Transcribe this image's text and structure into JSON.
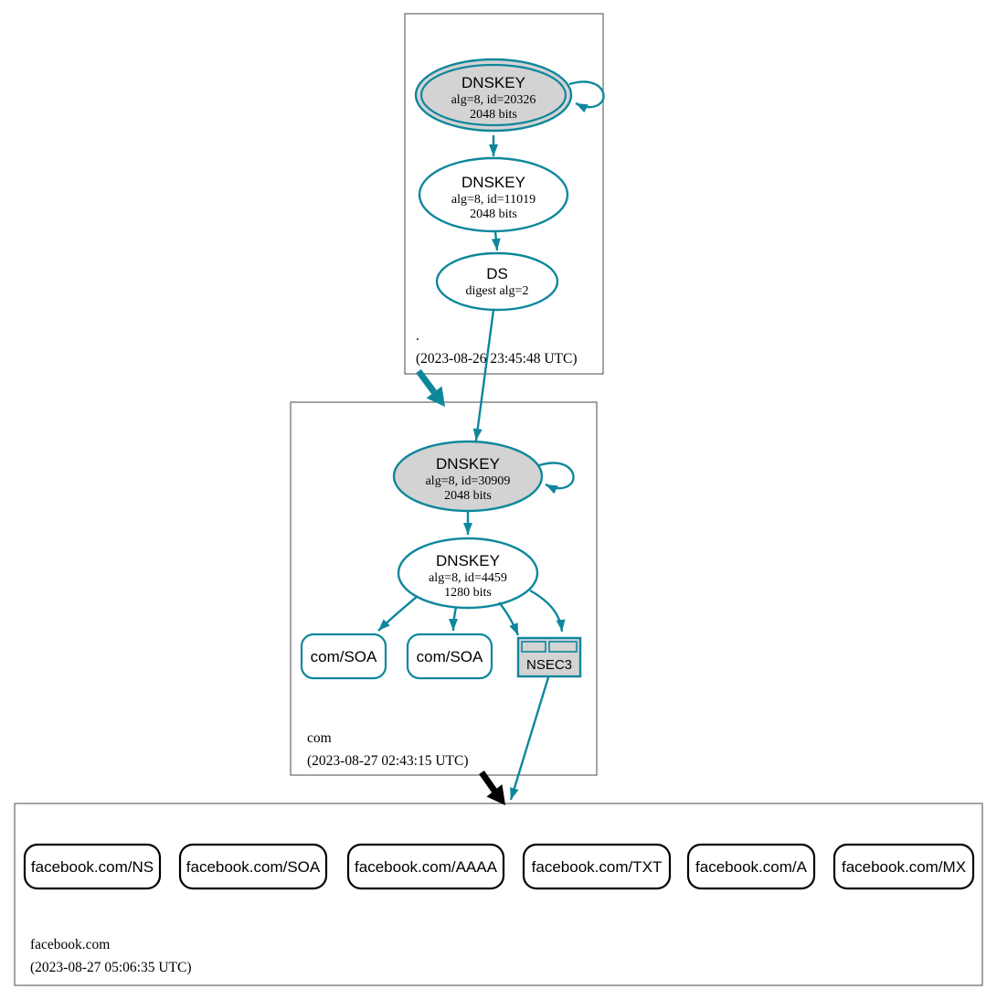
{
  "colors": {
    "accent_teal": "#0e879c",
    "node_gray_fill": "#d3d3d3",
    "box_border_gray": "#737373",
    "insecure_black": "#000000"
  },
  "zones": {
    "root": {
      "label": ".",
      "timestamp": "(2023-08-26 23:45:48 UTC)",
      "ksk": {
        "title": "DNSKEY",
        "detail1": "alg=8, id=20326",
        "detail2": "2048 bits"
      },
      "zsk": {
        "title": "DNSKEY",
        "detail1": "alg=8, id=11019",
        "detail2": "2048 bits"
      },
      "ds": {
        "title": "DS",
        "detail1": "digest alg=2"
      }
    },
    "com": {
      "label": "com",
      "timestamp": "(2023-08-27 02:43:15 UTC)",
      "ksk": {
        "title": "DNSKEY",
        "detail1": "alg=8, id=30909",
        "detail2": "2048 bits"
      },
      "zsk": {
        "title": "DNSKEY",
        "detail1": "alg=8, id=4459",
        "detail2": "1280 bits"
      },
      "rrsets": [
        "com/SOA",
        "com/SOA"
      ],
      "nsec3": {
        "label": "NSEC3"
      }
    },
    "facebook": {
      "label": "facebook.com",
      "timestamp": "(2023-08-27 05:06:35 UTC)",
      "rrsets": [
        "facebook.com/NS",
        "facebook.com/SOA",
        "facebook.com/AAAA",
        "facebook.com/TXT",
        "facebook.com/A",
        "facebook.com/MX"
      ]
    }
  }
}
